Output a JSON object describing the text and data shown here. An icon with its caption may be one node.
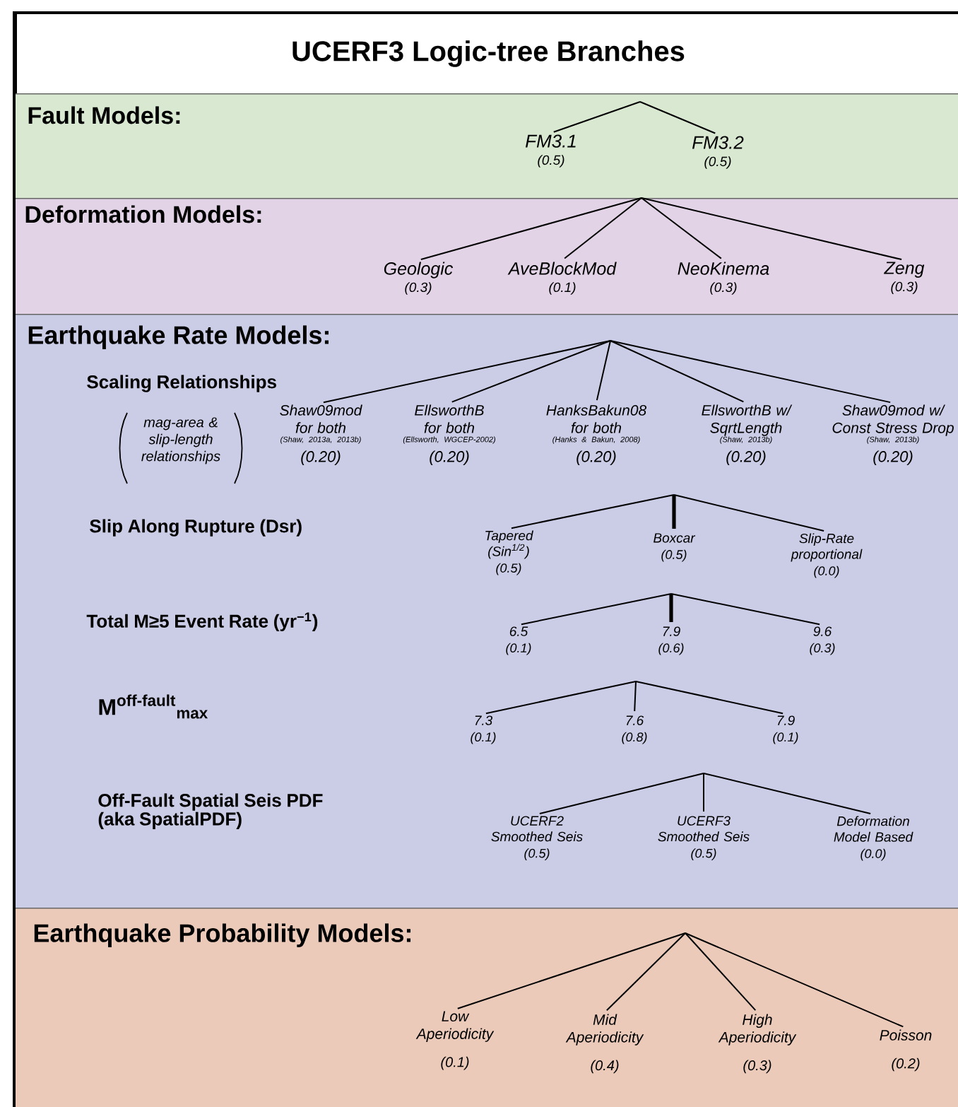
{
  "diagram": {
    "title": "UCERF3 Logic-tree Branches",
    "nodes": [
      {
        "text": [
          "Fault Models:"
        ]
      },
      {
        "text": [
          "FM3.1",
          "(0.5)"
        ],
        "in": 0
      },
      {
        "text": [
          "FM3.2",
          "(0.5)"
        ],
        "in": 0
      },
      {
        "text": [
          "Deformation Models:"
        ]
      },
      {
        "text": [
          "Geologic",
          "(0.3)"
        ],
        "in": 3
      },
      {
        "text": [
          "AveBlockMod",
          "(0.1)"
        ],
        "in": 3
      },
      {
        "text": [
          "NeoKinema",
          "(0.3)"
        ],
        "in": 3
      },
      {
        "text": [
          "Zeng",
          "(0.3)"
        ],
        "in": 3
      },
      {
        "text": [
          "Earthquake Rate Models:",
          "Scaling Relationships",
          "mag-area & slip-length relationships",
          "Slip Along Rupture (Dsr)",
          "Total M≥5 Event Rate (yr$^{−1}$)",
          "M$^{off-fault}$$_{max}$",
          "Off-Fault Spatial Seis PDF (aka SpatialPDF)"
        ]
      },
      {
        "text": [
          "Shaw09mod for both",
          "(Shaw, 2013a, 2013b)",
          "(0.20)"
        ],
        "in": 8
      },
      {
        "text": [
          "EllsworthB for both",
          "(Ellsworth, WGCEP-2002)",
          "(0.20)"
        ],
        "in": 8
      },
      {
        "text": [
          "HanksBakun08 for both",
          "(Hanks & Bakun, 2008)",
          "(0.20)"
        ],
        "in": 8
      },
      {
        "text": [
          "EllsworthB w/ SqrtLength",
          "(Shaw, 2013b)",
          "(0.20)"
        ],
        "in": 8
      },
      {
        "text": [
          "Shaw09mod w/ Const Stress Drop",
          "(Shaw, 2013b)",
          "(0.20)"
        ],
        "in": 8
      },
      {
        "text": [
          "Tapered (Sin$^{1/2}$)",
          "(0.5)"
        ],
        "in": 8
      },
      {
        "text": [
          "Boxcar",
          "(0.5)"
        ],
        "in": 8
      },
      {
        "text": [
          "Slip-Rate proportional",
          "(0.0)"
        ],
        "in": 8
      },
      {
        "text": [
          "6.5",
          "(0.1)"
        ],
        "in": 8
      },
      {
        "text": [
          "7.9",
          "(0.6)"
        ],
        "in": 8
      },
      {
        "text": [
          "9.6",
          "(0.3)"
        ],
        "in": 8
      },
      {
        "text": [
          "7.3",
          "(0.1)"
        ],
        "in": 8
      },
      {
        "text": [
          "7.6",
          "(0.8)"
        ],
        "in": 8
      },
      {
        "text": [
          "7.9",
          "(0.1)"
        ],
        "in": 8
      },
      {
        "text": [
          "UCERF2 Smoothed Seis",
          "(0.5)"
        ],
        "in": 8
      },
      {
        "text": [
          "UCERF3 Smoothed Seis",
          "(0.5)"
        ],
        "in": 8
      },
      {
        "text": [
          "Deformation Model Based",
          "(0.0)"
        ],
        "in": 8
      },
      {
        "text": [
          "Earthquake Probability Models:"
        ]
      },
      {
        "text": [
          "Low Aperiodicity",
          "(0.1)"
        ],
        "in": 26
      },
      {
        "text": [
          "Mid Aperiodicity",
          "(0.4)"
        ],
        "in": 26
      },
      {
        "text": [
          "High Aperiodicity",
          "(0.3)"
        ],
        "in": 26
      },
      {
        "text": [
          "Poisson",
          "(0.2)"
        ],
        "in": 26
      }
    ],
    "edges": [
      {
        "from": null,
        "to": 1,
        "arrow": "none"
      },
      {
        "from": null,
        "to": 2,
        "arrow": "none"
      },
      {
        "from": 0,
        "to": 4,
        "arrow": "none"
      },
      {
        "from": 0,
        "to": 5,
        "arrow": "none"
      },
      {
        "from": 0,
        "to": 6,
        "arrow": "none"
      },
      {
        "from": 0,
        "to": 7,
        "arrow": "none"
      },
      {
        "from": null,
        "to": 9,
        "arrow": "none"
      },
      {
        "from": null,
        "to": 10,
        "arrow": "none"
      },
      {
        "from": null,
        "to": 11,
        "arrow": "none"
      },
      {
        "from": null,
        "to": 12,
        "arrow": "none"
      },
      {
        "from": null,
        "to": 13,
        "arrow": "none"
      },
      {
        "from": null,
        "to": 14,
        "arrow": "none"
      },
      {
        "from": null,
        "to": 15,
        "arrow": "none",
        "style": "thick"
      },
      {
        "from": null,
        "to": 16,
        "arrow": "none"
      },
      {
        "from": null,
        "to": 17,
        "arrow": "none"
      },
      {
        "from": null,
        "to": 18,
        "arrow": "none",
        "style": "thick"
      },
      {
        "from": null,
        "to": 19,
        "arrow": "none"
      },
      {
        "from": null,
        "to": 20,
        "arrow": "none"
      },
      {
        "from": null,
        "to": 21,
        "arrow": "none"
      },
      {
        "from": null,
        "to": 22,
        "arrow": "none"
      },
      {
        "from": null,
        "to": 23,
        "arrow": "none"
      },
      {
        "from": null,
        "to": 24,
        "arrow": "none"
      },
      {
        "from": null,
        "to": 25,
        "arrow": "none"
      },
      {
        "from": null,
        "to": 27,
        "arrow": "none"
      },
      {
        "from": null,
        "to": 28,
        "arrow": "none"
      },
      {
        "from": null,
        "to": 29,
        "arrow": "none"
      },
      {
        "from": null,
        "to": 30,
        "arrow": "none"
      }
    ]
  }
}
